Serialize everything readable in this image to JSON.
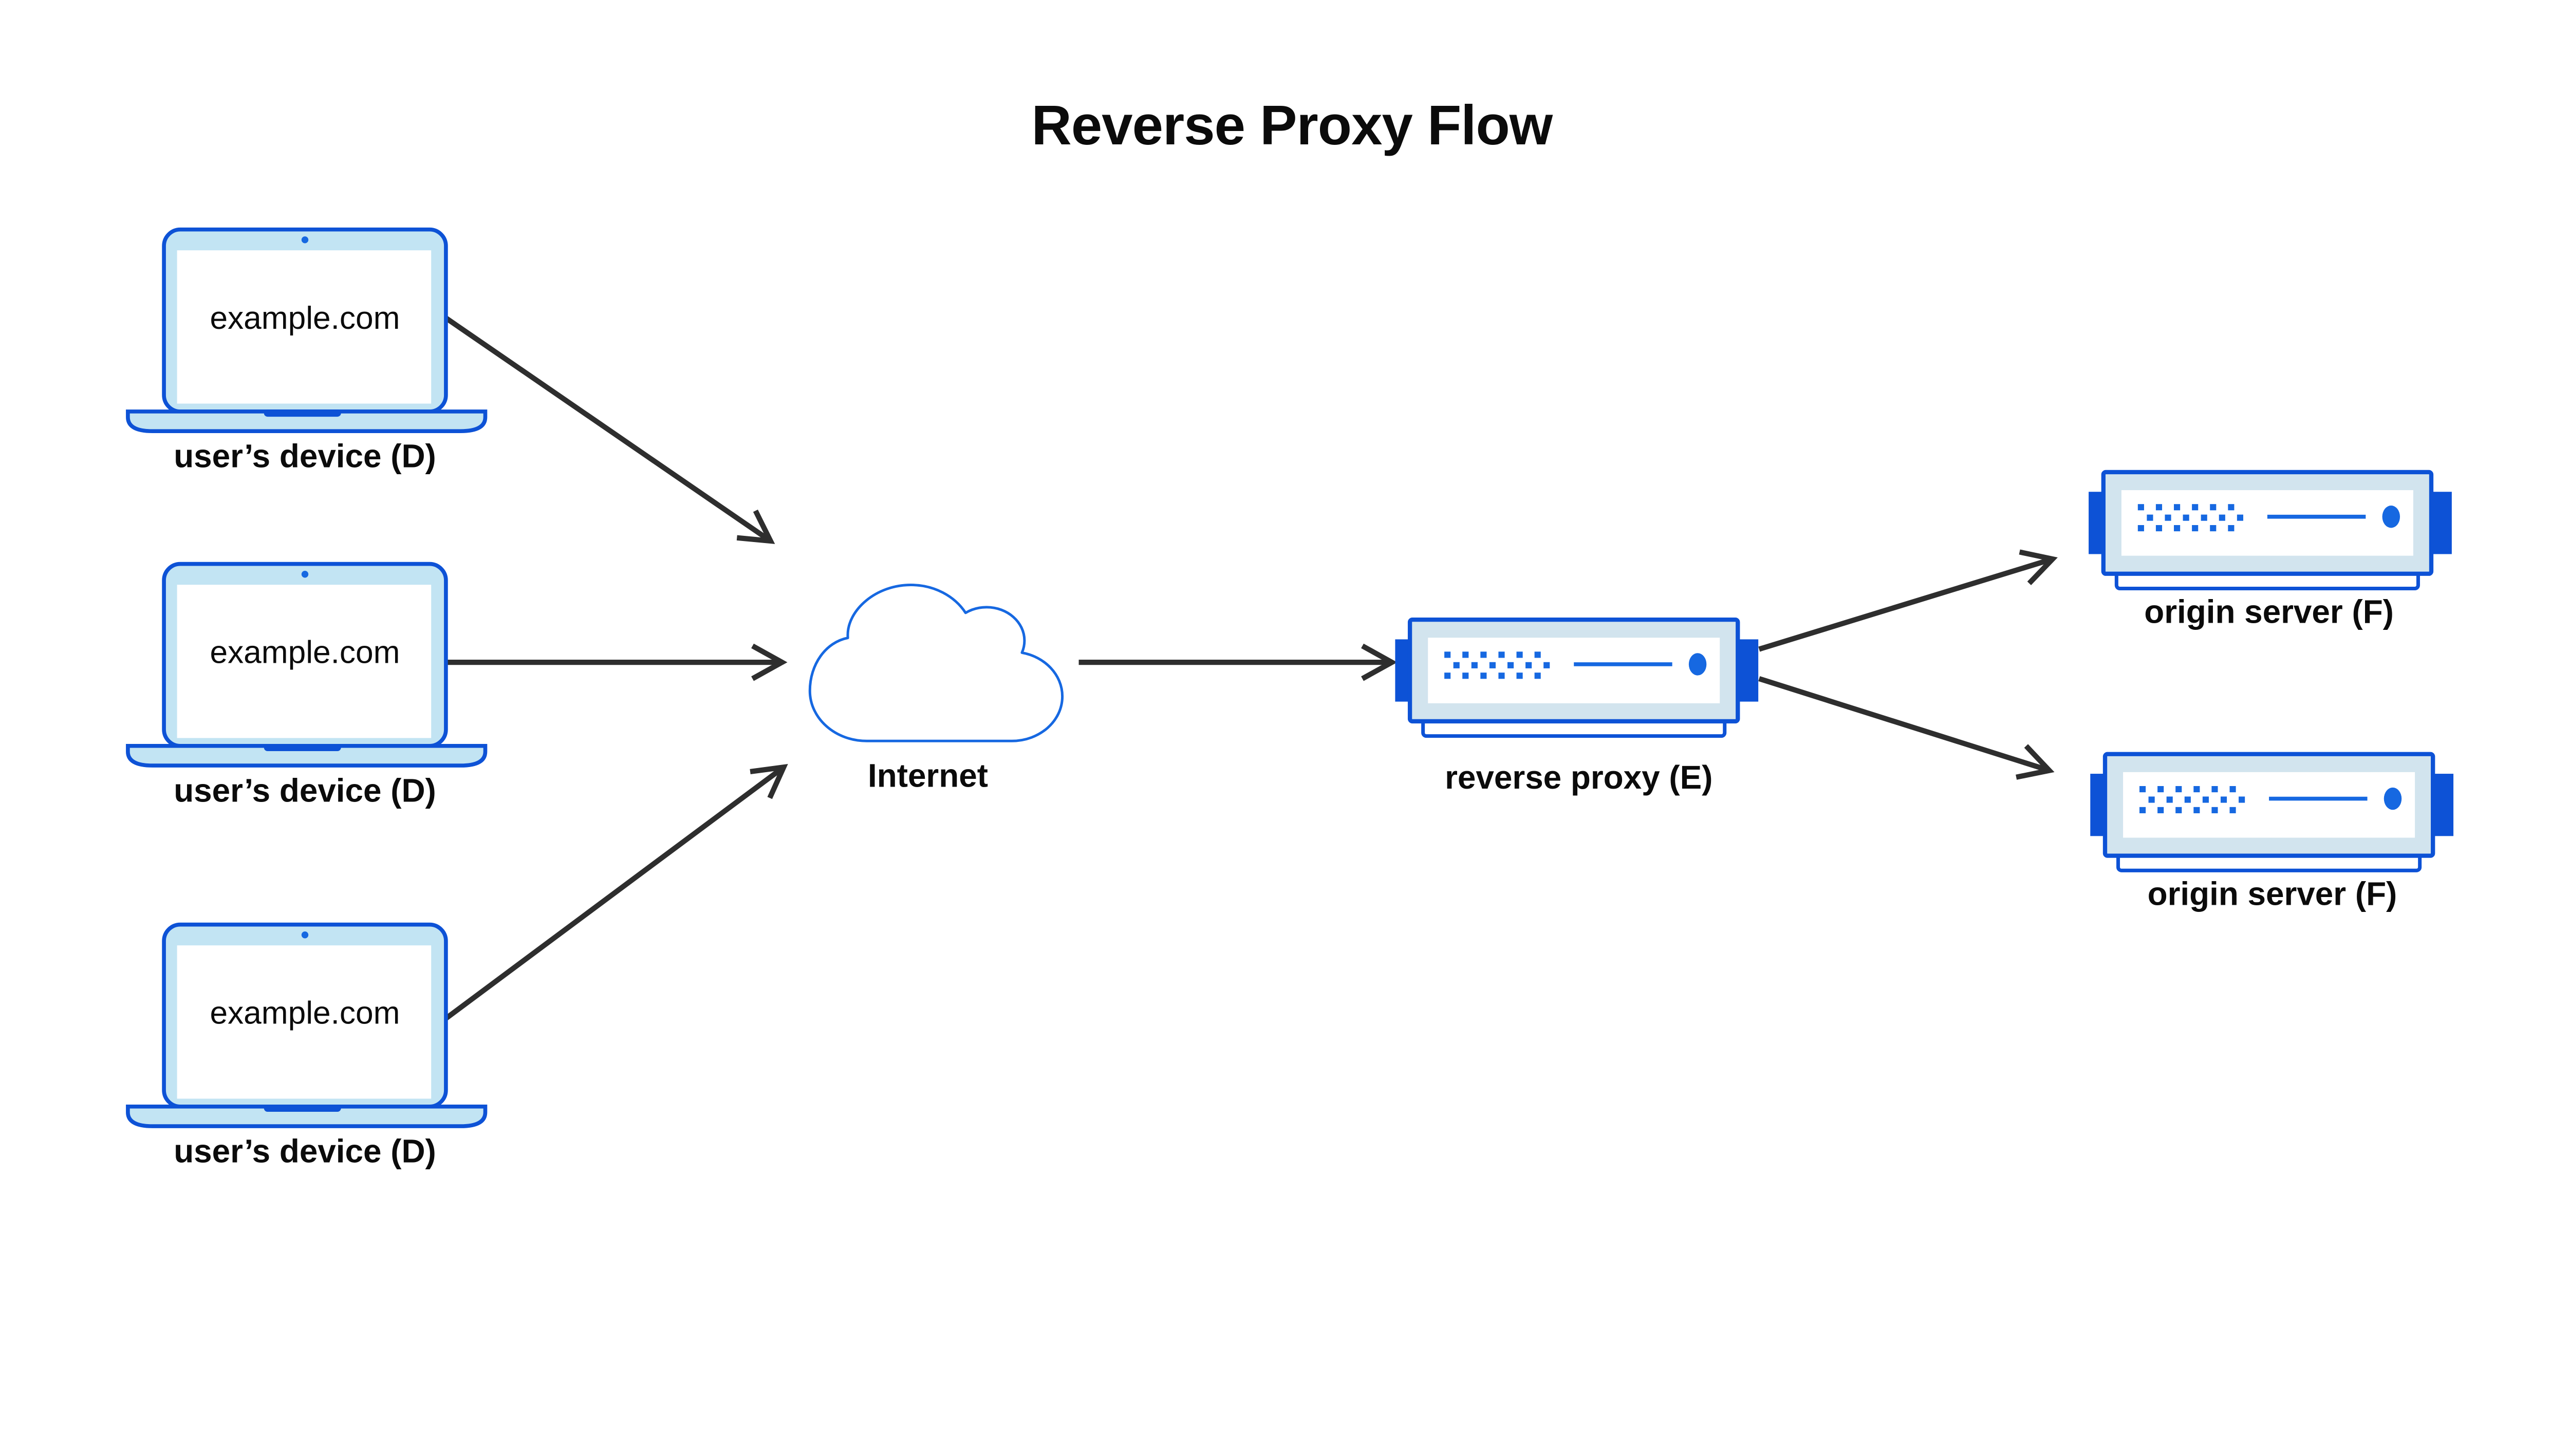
{
  "title": "Reverse Proxy Flow",
  "nodes": {
    "devices": [
      {
        "screen_text": "example.com",
        "label": "user’s device (D)"
      },
      {
        "screen_text": "example.com",
        "label": "user’s device (D)"
      },
      {
        "screen_text": "example.com",
        "label": "user’s device (D)"
      }
    ],
    "internet": {
      "label": "Internet"
    },
    "reverse_proxy": {
      "label": "reverse proxy (E)"
    },
    "origin_servers": [
      {
        "label": "origin server (F)"
      },
      {
        "label": "origin server (F)"
      }
    ]
  },
  "colors": {
    "outline_blue": "#0d52d6",
    "accent_blue": "#1668e1",
    "laptop_fill": "#c2e4f3",
    "server_fill": "#d2e4ee",
    "arrow": "#2e2e2e",
    "text": "#0b0b0b",
    "background": "#ffffff"
  }
}
